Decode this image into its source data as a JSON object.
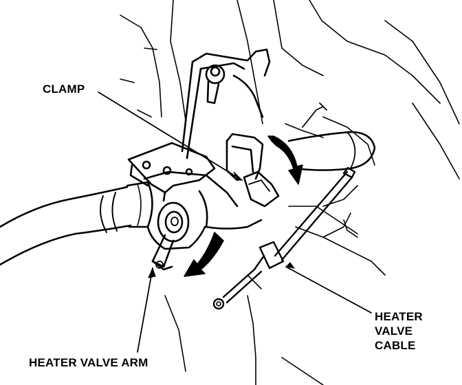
{
  "labels": {
    "clamp": "CLAMP",
    "heater_valve_arm": "HEATER VALVE ARM",
    "heater_valve_cable": [
      "HEATER",
      "VALVE",
      "CABLE"
    ]
  },
  "colors": {
    "ink": "#000000",
    "paper": "#ffffff"
  }
}
